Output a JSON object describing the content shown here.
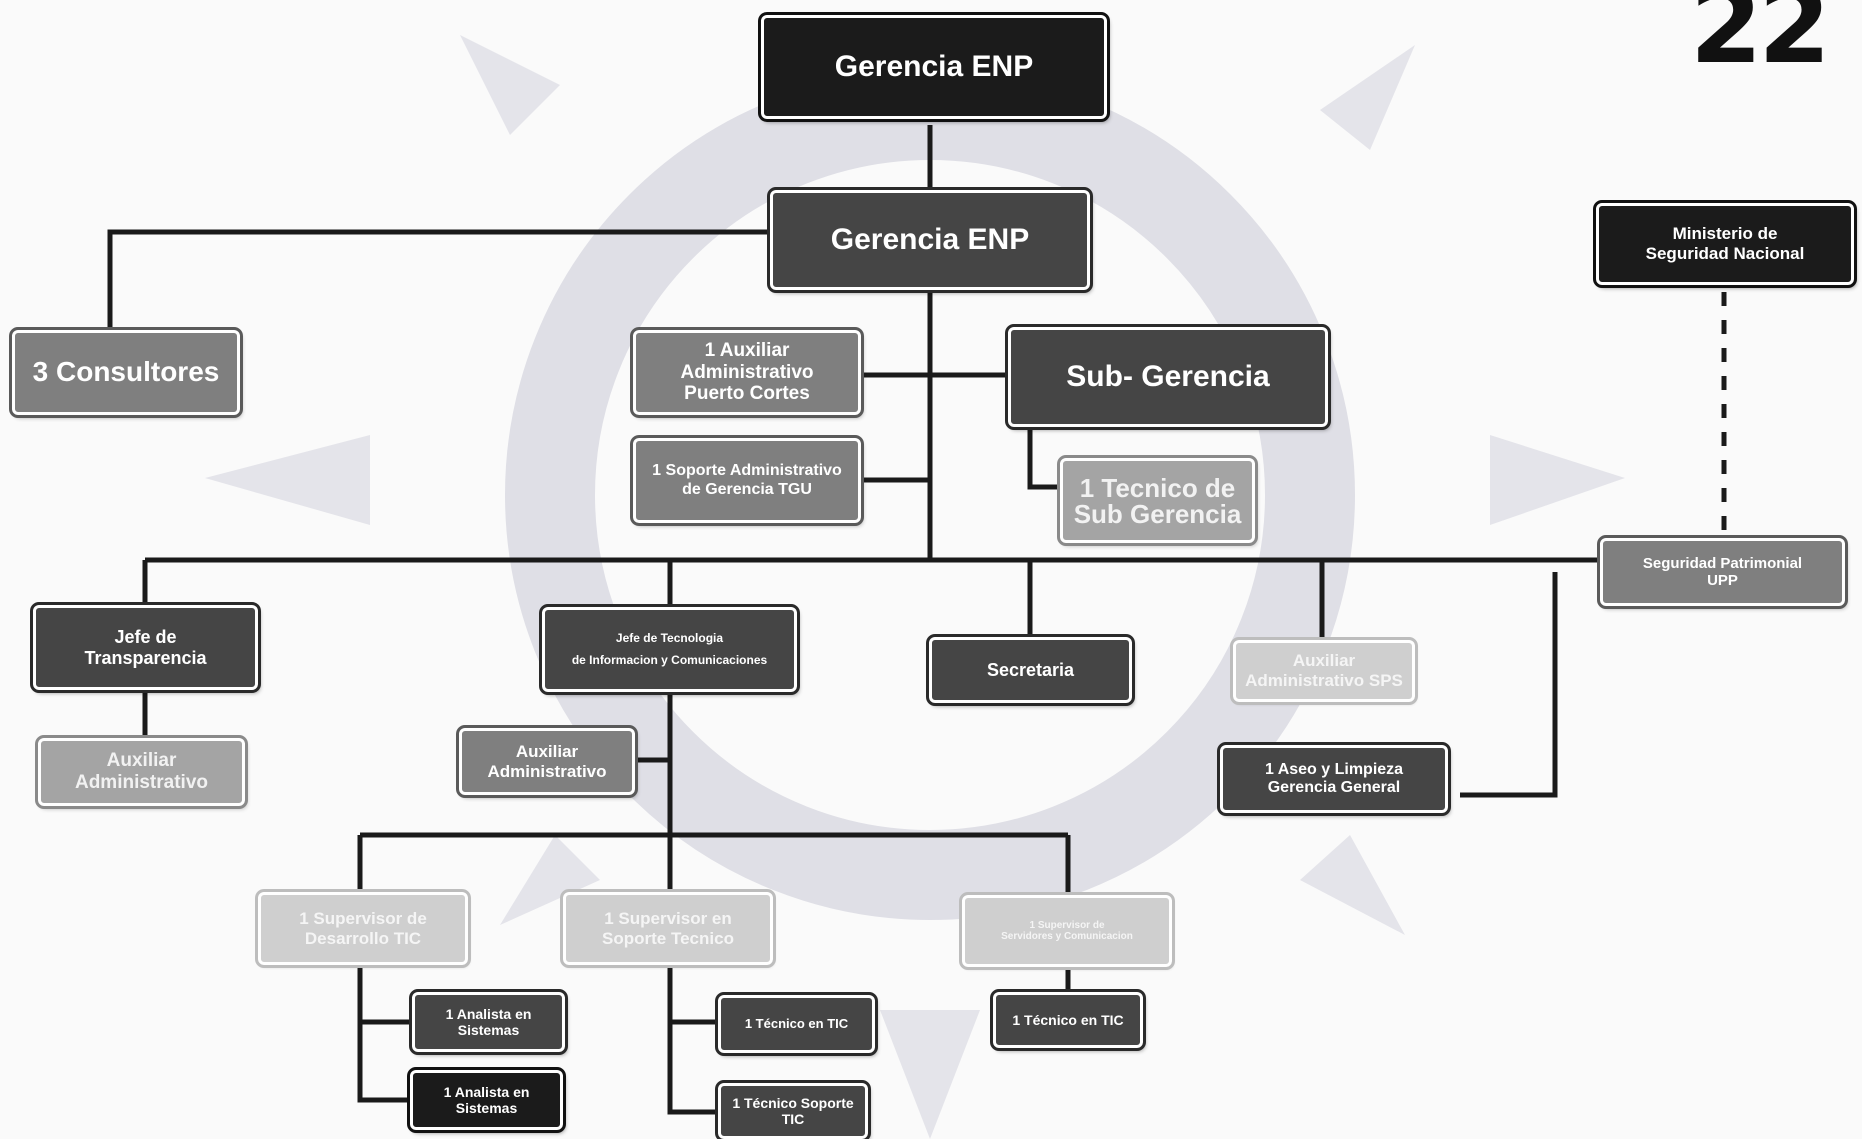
{
  "page_number": "22",
  "nodes": {
    "gerencia_top": "Gerencia ENP",
    "gerencia": "Gerencia ENP",
    "consultores": "3 Consultores",
    "aux_puerto_cortes": "1 Auxiliar Administrativo\nPuerto Cortes",
    "soporte_tgu": "1 Soporte Administrativo\nde Gerencia TGU",
    "sub_gerencia": "Sub- Gerencia",
    "tecnico_sub_gerencia": "1 Tecnico de\nSub Gerencia",
    "ministerio": "Ministerio de\nSeguridad Nacional",
    "seguridad_patrimonial": "Seguridad Patrimonial\nUPP",
    "jefe_transparencia": "Jefe de\nTransparencia",
    "aux_administrativo_left": "Auxiliar\nAdministrativo",
    "jefe_tecnologia": "Jefe de Tecnologia\nde Informacion y Comunicaciones",
    "aux_administrativo_tic": "Auxiliar\nAdministrativo",
    "secretaria": "Secretaria",
    "aux_sps": "Auxiliar\nAdministrativo SPS",
    "aseo_limpieza": "1 Aseo y Limpieza\nGerencia General",
    "sup_desarrollo": "1 Supervisor de\nDesarrollo TIC",
    "sup_soporte": "1 Supervisor en\nSoporte Tecnico",
    "sup_servidores": "1 Supervisor de\nServidores y Comunicacion",
    "analista_1": "1 Analista en\nSistemas",
    "analista_2": "1 Analista en\nSistemas",
    "tecnico_tic_1": "1 Técnico en TIC",
    "tecnico_soporte_tic": "1 Técnico Soporte\nTIC",
    "tecnico_tic_2": "1 Técnico en TIC"
  },
  "colors": {
    "background": "#fafafa",
    "watermark": "#dcdce4",
    "connector": "#1a1a1a"
  }
}
